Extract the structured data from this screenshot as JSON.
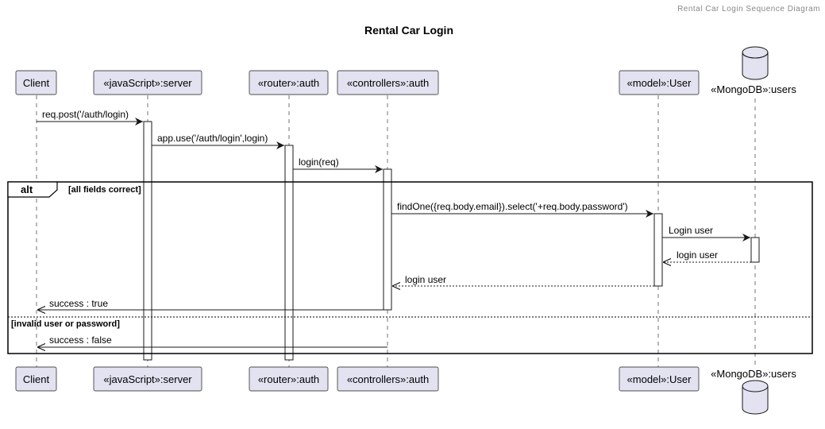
{
  "header": {
    "text": "Rental Car Login Sequence Diagram"
  },
  "diagram": {
    "title": "Rental Car Login",
    "participants": [
      {
        "id": "client",
        "label": "Client",
        "type": "box"
      },
      {
        "id": "server",
        "label": "«javaScript»:server",
        "type": "box"
      },
      {
        "id": "router",
        "label": "«router»:auth",
        "type": "box"
      },
      {
        "id": "controller",
        "label": "«controllers»:auth",
        "type": "box"
      },
      {
        "id": "model",
        "label": "«model»:User",
        "type": "box"
      },
      {
        "id": "mongo",
        "label": "«MongoDB»:users",
        "type": "database"
      }
    ],
    "messages": [
      {
        "from": "client",
        "to": "server",
        "label": "req.post('/auth/login)",
        "style": "solid"
      },
      {
        "from": "server",
        "to": "router",
        "label": "app.use('/auth/login',login)",
        "style": "solid"
      },
      {
        "from": "router",
        "to": "controller",
        "label": "login(req)",
        "style": "solid"
      },
      {
        "from": "controller",
        "to": "model",
        "label": "findOne({req.body.email}).select('+req.body.password')",
        "style": "solid"
      },
      {
        "from": "model",
        "to": "mongo",
        "label": "Login user",
        "style": "solid"
      },
      {
        "from": "mongo",
        "to": "model",
        "label": "login user",
        "style": "dashed"
      },
      {
        "from": "model",
        "to": "controller",
        "label": "login user",
        "style": "dashed"
      },
      {
        "from": "controller",
        "to": "client",
        "label": "success : true",
        "style": "solid"
      },
      {
        "from": "controller",
        "to": "client",
        "label": "success : false",
        "style": "solid"
      }
    ],
    "fragment": {
      "operator": "alt",
      "guards": [
        "[all fields correct]",
        "[invalid user or password]"
      ]
    }
  }
}
